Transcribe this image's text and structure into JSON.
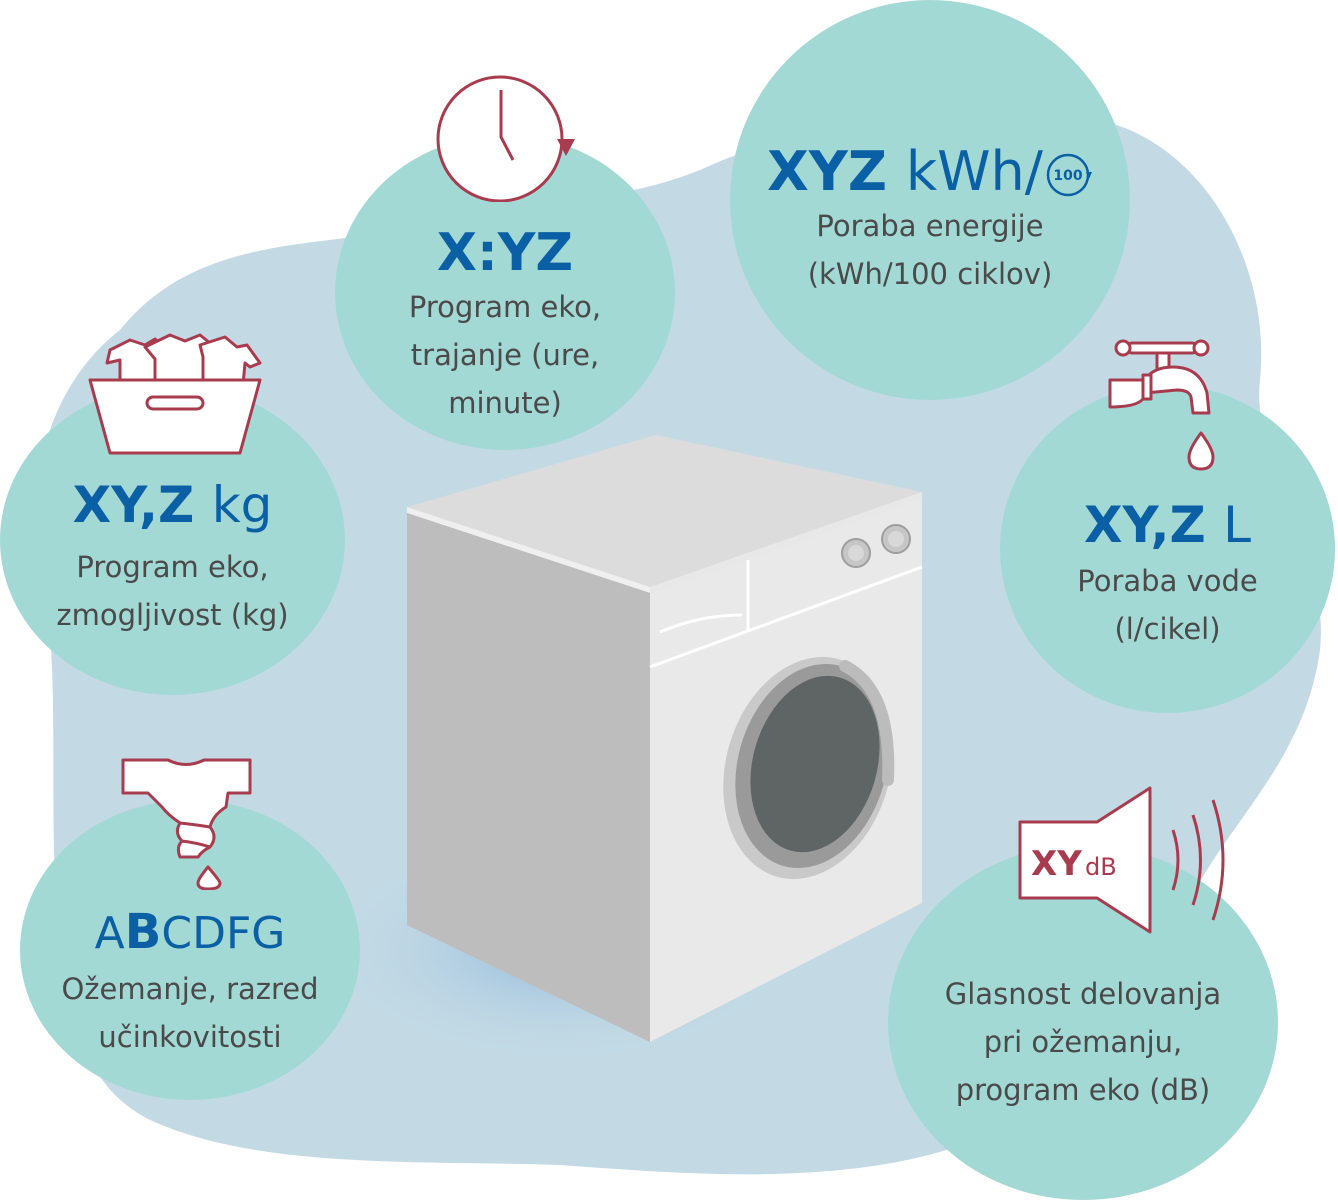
{
  "colors": {
    "background_blob": "#c3dae5",
    "circle": "#a3d9d5",
    "accent_blue": "#0b5fa5",
    "icon_red": "#a83c4e",
    "text_gray": "#4a4a4a"
  },
  "items": {
    "capacity": {
      "value": "XY,Z",
      "unit": "kg",
      "desc_line1": "Program eko,",
      "desc_line2": "zmogljivost (kg)",
      "icon": "laundry-basket-icon"
    },
    "duration": {
      "value": "X:YZ",
      "desc_line1": "Program eko,",
      "desc_line2": "trajanje (ure,",
      "desc_line3": "minute)",
      "icon": "clock-icon"
    },
    "energy": {
      "value": "XYZ",
      "unit": "kWh/",
      "cycle_badge": "100",
      "desc_line1": "Poraba energije",
      "desc_line2": "(kWh/100 ciklov)",
      "icon": "cycle-icon"
    },
    "water": {
      "value": "XY,Z",
      "unit": "L",
      "desc_line1": "Poraba vode",
      "desc_line2": "(l/cikel)",
      "icon": "water-tap-icon"
    },
    "spin": {
      "class_a": "A",
      "class_b": "B",
      "class_rest": "CDFG",
      "desc_line1": "Ožemanje, razred",
      "desc_line2": "učinkovitosti",
      "icon": "wringing-shirt-icon"
    },
    "noise": {
      "speaker_value": "XY",
      "speaker_unit": "dB",
      "desc_line1": "Glasnost delovanja",
      "desc_line2": "pri ožemanju,",
      "desc_line3": "program eko (dB)",
      "icon": "speaker-icon"
    }
  }
}
